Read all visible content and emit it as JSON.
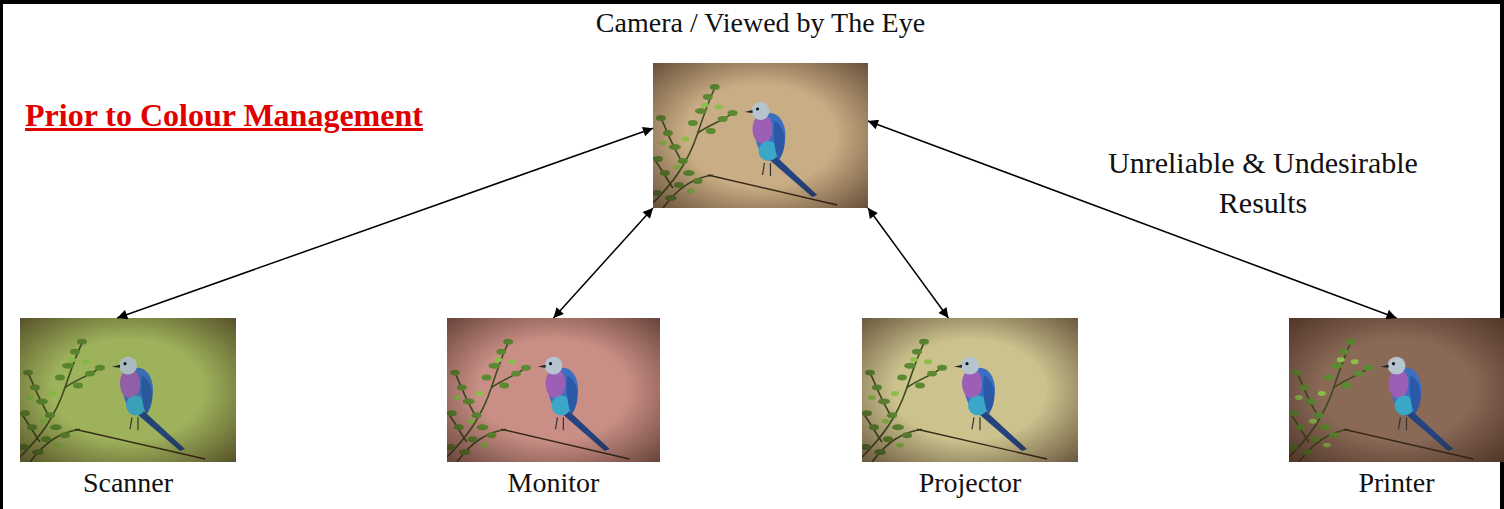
{
  "diagram": {
    "nodes": [
      {
        "text": [
          "Camera / Viewed by The Eye"
        ]
      },
      {
        "text": [
          "Scanner"
        ]
      },
      {
        "text": [
          "Monitor"
        ]
      },
      {
        "text": [
          "Projector"
        ]
      },
      {
        "text": [
          "Printer"
        ]
      }
    ],
    "edges": [
      {
        "from": 0,
        "to": 1,
        "arrow": "both"
      },
      {
        "from": 0,
        "to": 2,
        "arrow": "both"
      },
      {
        "from": 0,
        "to": 3,
        "arrow": "both"
      },
      {
        "from": 0,
        "to": 4,
        "arrow": "both"
      }
    ],
    "labels": [
      "Prior to Colour Management",
      "Unreliable & Undesirable Results"
    ]
  }
}
